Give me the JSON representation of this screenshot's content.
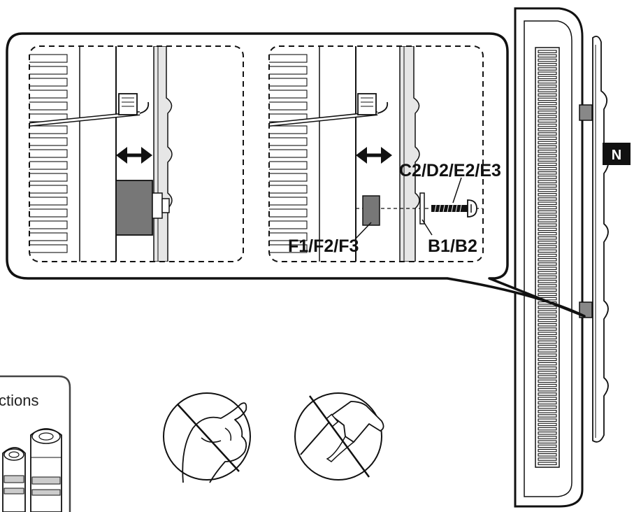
{
  "labels": {
    "spacer": "F1/F2/F3",
    "screw": "C2/D2/E2/E3",
    "washer": "B1/B2",
    "step_badge": "N",
    "instructions_partial": "ctions"
  },
  "icons": {
    "warning_left": "no-excessive-force-icon",
    "warning_right": "no-power-drill-icon"
  },
  "colors": {
    "ink": "#111111",
    "spacer_fill": "#777777",
    "panel_fill": "#e6e6e6",
    "badge_fill": "#111111"
  }
}
